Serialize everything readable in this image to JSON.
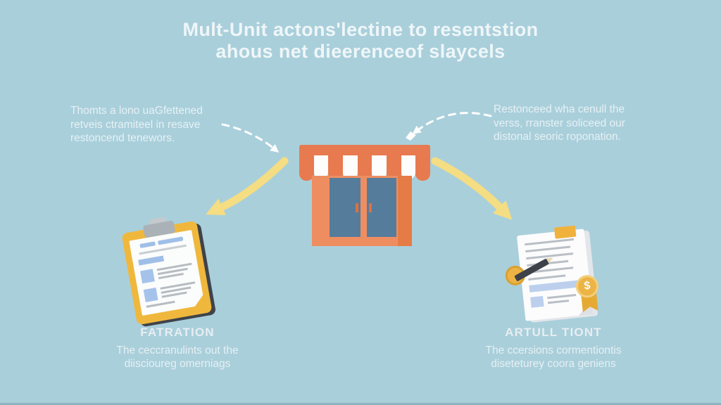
{
  "title": {
    "line1": "Mult-Unit actons'lectine to resentstion",
    "line2": "ahous net dieerenceof slaycels"
  },
  "notes": {
    "left": {
      "line1": "Thomts a lono uaGfettened",
      "line2": "retveis ctramiteel in resave",
      "line3": "restoncend tenewors."
    },
    "right": {
      "line1": "Restonceed wha cenull the",
      "line2": "verss, rranster soliceed our",
      "line3": "distonal seoric roponation."
    }
  },
  "captions": {
    "left": {
      "heading": "FATRATION",
      "line1": "The ceccranulints out the",
      "line2": "diiscioureg omerniags"
    },
    "right": {
      "heading": "ARTULL TIONT",
      "line1": "The ccersions cormentiontis",
      "line2": "diseteturey coora geniens"
    }
  },
  "icons": {
    "storefront": "storefront-with-awning",
    "clipboard": "clipboard-checklist",
    "contract": "signed-document-with-pen-coin-ribbon",
    "dollar_sign": "$"
  },
  "colors": {
    "background": "#a9cfdb",
    "awning_orange": "#e87a4f",
    "store_body_orange": "#ee8e60",
    "door_blue": "#567c9c",
    "arrow_yellow": "#f4dd82",
    "dashed_arrow_white": "#fdfefe",
    "clipboard_yellow": "#efb83d",
    "paper_accent_blue": "#9fbfe8",
    "gold": "#ecb445",
    "text_white": "#eff6f8"
  }
}
